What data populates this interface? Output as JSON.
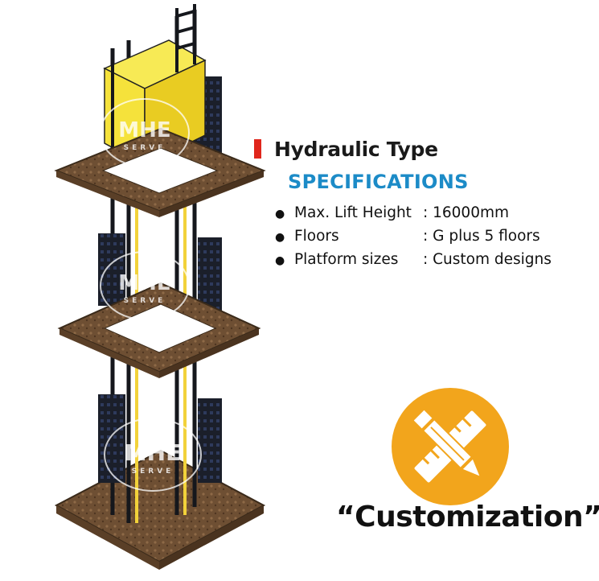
{
  "product": {
    "title": "Hydraulic Type",
    "subtitle": "SPECIFICATIONS"
  },
  "specs": [
    {
      "label": "Max. Lift Height",
      "value": ": 16000mm"
    },
    {
      "label": "Floors",
      "value": ":  G plus 5 floors"
    },
    {
      "label": "Platform sizes",
      "value": ": Custom designs"
    }
  ],
  "customization": {
    "label": "“Customization”",
    "icon": "pencil-ruler-icon"
  },
  "watermark": {
    "brand": "MHE",
    "tagline": "SERVE"
  },
  "colors": {
    "accent_red": "#e0261c",
    "spec_blue": "#1c8bc7",
    "icon_orange": "#f2a51c",
    "car_yellow": "#f5e23b",
    "floor_brown": "#7a5a3c"
  }
}
